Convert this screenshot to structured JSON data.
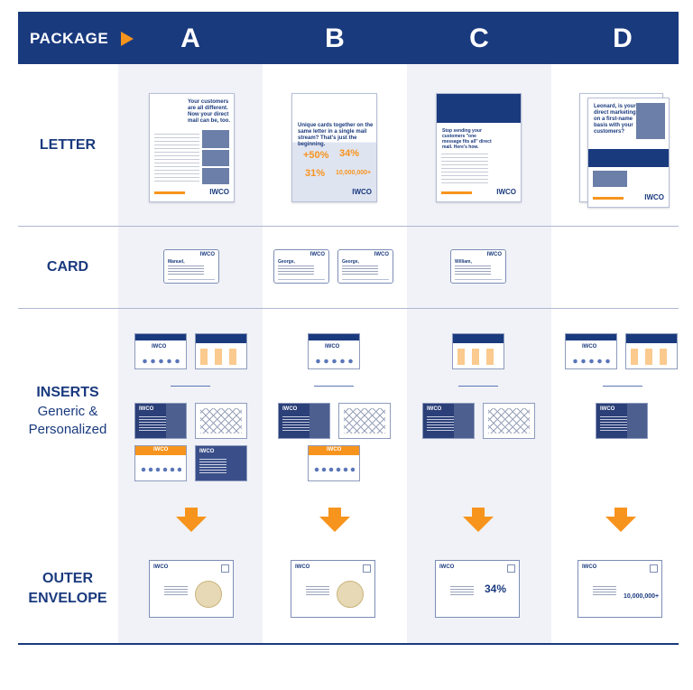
{
  "header": {
    "package_label": "PACKAGE",
    "columns": [
      "A",
      "B",
      "C",
      "D"
    ]
  },
  "rows": {
    "letter": "LETTER",
    "card": "CARD",
    "inserts": "INSERTS",
    "inserts_sub_1": "Generic &",
    "inserts_sub_2": "Personalized",
    "outer_1": "OUTER",
    "outer_2": "ENVELOPE"
  },
  "letters": {
    "a_headline": "Your customers are all different. Now your direct mail can be, too.",
    "b_headline": "Unique cards together on the same letter in a single mail stream? That's just the beginning.",
    "b_stat_1": "+50%",
    "b_stat_2": "34%",
    "b_stat_3": "31%",
    "b_stat_4": "10,000,000+",
    "c_headline": "Stop sending your customers \"one message fits all\" direct mail. Here's how.",
    "d_headline": "Leonard, is your direct marketing on a first-name basis with your customers?",
    "logo": "IWCO"
  },
  "cards": {
    "logo": "IWCO",
    "a": [
      "Manuel,"
    ],
    "b": [
      "George,",
      "George,"
    ],
    "c": [
      "William,"
    ]
  },
  "inserts": {
    "logo": "IWCO"
  },
  "envelopes": {
    "logo": "IWCO",
    "c_stat": "34%",
    "d_stat": "10,000,000+"
  },
  "colors": {
    "navy": "#1a3a7e",
    "orange": "#f7941d",
    "shade": "#f0f2f7"
  },
  "icons": [
    "play-arrow-icon",
    "down-arrow-icon"
  ]
}
